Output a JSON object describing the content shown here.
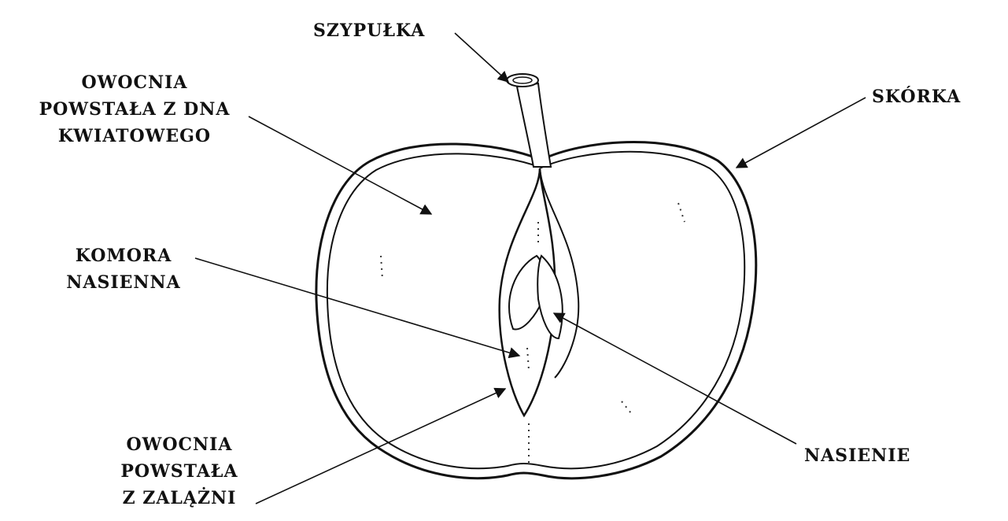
{
  "labels": {
    "szypulka": "SZYPUŁKA",
    "skorka": "SKÓRKA",
    "owocnia_dno": [
      "OWOCNIA",
      "POWSTAŁA Z DNA",
      "KWIATOWEGO"
    ],
    "komora": [
      "KOMORA",
      "NASIENNA"
    ],
    "owocnia_zalazni": [
      "OWOCNIA",
      "POWSTAŁA",
      "Z ZALĄŻNI"
    ],
    "nasienie": "NASIENIE"
  },
  "colors": {
    "ink": "#111111",
    "background": "#ffffff"
  }
}
